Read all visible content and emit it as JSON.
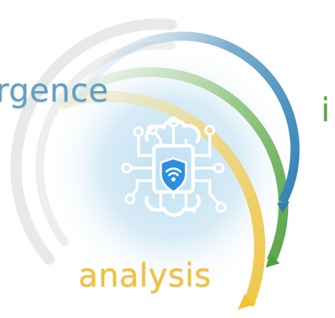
{
  "labels": {
    "emergence": "rgence",
    "analysis": "analysis",
    "right_edge": "i"
  },
  "colors": {
    "blue": "#2f7fb5",
    "green": "#5aa54a",
    "yellow": "#f2c233",
    "label_blue": "#5f9fc8",
    "label_yellow": "#f2c233",
    "icon_blue": "#2e8fe0"
  },
  "icons": {
    "center": "circuit-chip-shield-wifi-icon"
  }
}
